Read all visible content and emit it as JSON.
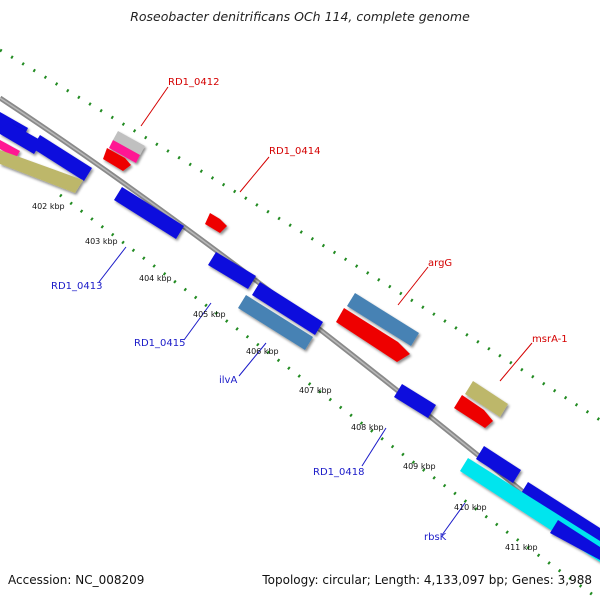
{
  "title": "Roseobacter denitrificans OCh 114, complete genome",
  "footer": {
    "accession": "Accession: NC_008209",
    "summary": "Topology: circular; Length: 4,133,097 bp; Genes: 3,988"
  },
  "colors": {
    "backbone": "#8f8f8f",
    "gc_dots": "#228b22",
    "label_red": "#d40000",
    "label_blue": "#1a1ac8",
    "cds_blue": "#1010dd",
    "cds_red": "#ee0000",
    "cds_steel": "#4682b4",
    "cds_tan": "#bdb76b",
    "cds_pink": "#ff1493",
    "cds_silver": "#c0c0c0",
    "cds_cyan": "#00e5ee"
  },
  "genes": [
    {
      "id": "g-top-red",
      "name": "RD1_0412",
      "fill": "#ee0000",
      "strand": "+",
      "label_color": "#d40000"
    },
    {
      "id": "g-0414",
      "name": "RD1_0414",
      "fill": "#ee0000",
      "strand": "+",
      "label_color": "#d40000"
    },
    {
      "id": "g-argG",
      "name": "argG",
      "fill": "#4682b4",
      "strand": "+",
      "label_color": "#d40000"
    },
    {
      "id": "g-msrA",
      "name": "msrA-1",
      "fill": "#bdb76b",
      "strand": "+",
      "label_color": "#d40000"
    },
    {
      "id": "g-0413",
      "name": "RD1_0413",
      "fill": "#1010dd",
      "strand": "-",
      "label_color": "#1a1ac8"
    },
    {
      "id": "g-0415",
      "name": "RD1_0415",
      "fill": "#1010dd",
      "strand": "-",
      "label_color": "#1a1ac8"
    },
    {
      "id": "g-ilvA",
      "name": "ilvA",
      "fill": "#4682b4",
      "strand": "-",
      "label_color": "#1a1ac8"
    },
    {
      "id": "g-0418",
      "name": "RD1_0418",
      "fill": "#1010dd",
      "strand": "-",
      "label_color": "#1a1ac8"
    },
    {
      "id": "g-rbsK",
      "name": "rbsK",
      "fill": "#00e5ee",
      "strand": "-",
      "label_color": "#1a1ac8"
    }
  ],
  "ticks": [
    "402 kbp",
    "403 kbp",
    "404 kbp",
    "405 kbp",
    "406 kbp",
    "407 kbp",
    "408 kbp",
    "409 kbp",
    "410 kbp",
    "411 kbp"
  ]
}
